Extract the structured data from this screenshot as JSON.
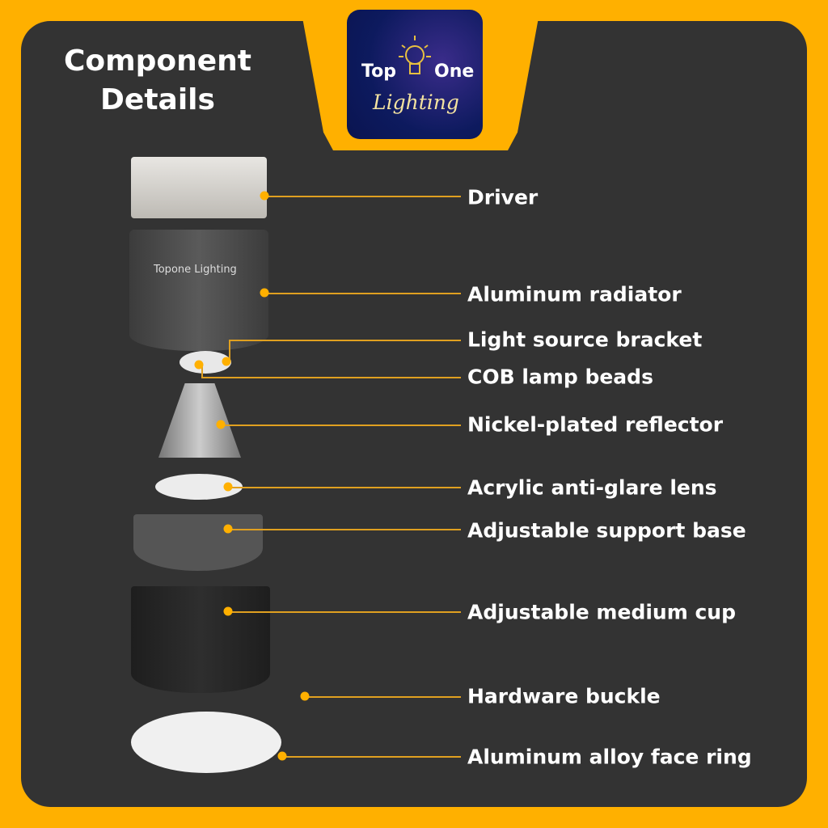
{
  "title": {
    "line1": "Component",
    "line2": "Details"
  },
  "logo": {
    "word1": "Top",
    "word2": "One",
    "word3": "Lighting"
  },
  "watermark": "Topone Lighting",
  "labels": [
    "Driver",
    "Aluminum radiator",
    "Light source bracket",
    "COB lamp beads",
    "Nickel-plated reflector",
    "Acrylic anti-glare lens",
    "Adjustable support base",
    "Adjustable medium cup",
    "Hardware buckle",
    "Aluminum alloy face ring"
  ],
  "colors": {
    "accent": "#FFB000",
    "panel": "#333333"
  }
}
